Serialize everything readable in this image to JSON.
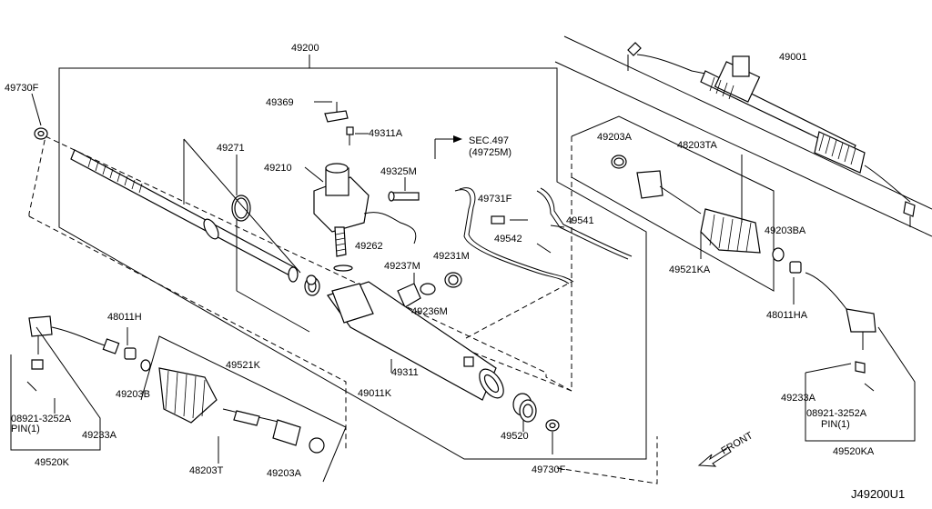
{
  "diagram_code": "J49200U1",
  "front_label": "FRONT",
  "sec_ref": "SEC.497",
  "sec_sub": "(49725M)",
  "labels": {
    "l49200": "49200",
    "l49730F_a": "49730F",
    "l49369": "49369",
    "l49311A": "49311A",
    "l49271": "49271",
    "l49210": "49210",
    "l49325M": "49325M",
    "l49262": "49262",
    "l49731F": "49731F",
    "l49541": "49541",
    "l49542": "49542",
    "l49237M": "49237M",
    "l49231M": "49231M",
    "l49236M": "49236M",
    "l49001": "49001",
    "l49203A_a": "49203A",
    "l48203TA": "48203TA",
    "l49203BA": "49203BA",
    "l49521KA": "49521KA",
    "l48011HA": "48011HA",
    "l48011H": "48011H",
    "l49521K": "49521K",
    "l49203B": "49203B",
    "l49311": "49311",
    "l49011K": "49011K",
    "l49520": "49520",
    "l49730F_b": "49730F",
    "l48203T": "48203T",
    "l49203A_b": "49203A",
    "l08921_a": "08921-3252A",
    "lpin_a": "PIN(1)",
    "l49233A_a": "49233A",
    "l49520K": "49520K",
    "l49233A_b": "49233A",
    "l08921_b": "08921-3252A",
    "lpin_b": "PIN(1)",
    "l49520KA": "49520KA"
  }
}
